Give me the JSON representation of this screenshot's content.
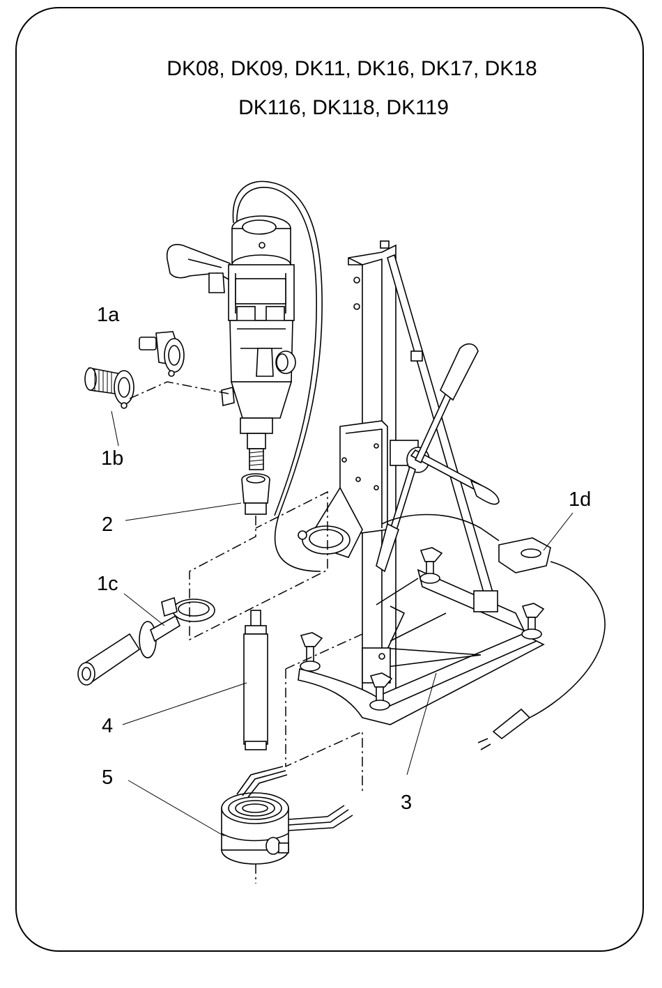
{
  "header": {
    "title_line1": "DK08, DK09, DK11, DK16, DK17, DK18",
    "title_line2": "DK116, DK118, DK119"
  },
  "callouts": {
    "c1a": "1a",
    "c1b": "1b",
    "c1c": "1c",
    "c1d": "1d",
    "c2": "2",
    "c3": "3",
    "c4": "4",
    "c5": "5"
  }
}
